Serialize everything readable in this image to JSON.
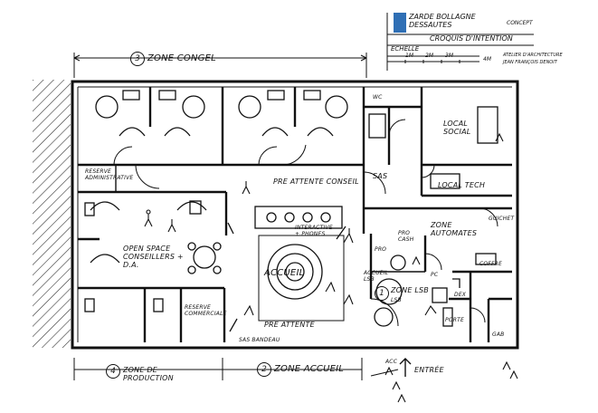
{
  "title_block": {
    "line1": "ZARDE BOLLAGNE",
    "line2": "DESSAUTES",
    "line3": "CONCEPT",
    "line4": "CROQUIS D'INTENTION",
    "scale_label": "ECHELLE",
    "scale_values": [
      "1M",
      "2M",
      "3M",
      "4M"
    ],
    "note1": "ATELIER D'ARCHITECTURE",
    "note2": "JEAN FRANÇOIS DENOIT",
    "brand_color": "#2f6fb5"
  },
  "zones": {
    "zone3_number": "3",
    "zone3_label": "ZONE CONGEL",
    "zone4_number": "4",
    "zone4_label": "ZONE DE PRODUCTION",
    "zone2_number": "2",
    "zone2_label": "ZONE ACCUEIL",
    "zone1_number": "1",
    "zone1_label": "ZONE LSB"
  },
  "rooms": {
    "reserve": "RESERVE ADMINISTRATIVE",
    "open_space": "OPEN SPACE CONSEILLERS + D.A.",
    "reserve_commerciale": "RESERVE COMMERCIALE",
    "attente_conseil": "PRE ATTENTE CONSEIL",
    "interactive": "INTERACTIVE + PHONES",
    "accueil": "ACCUEIL",
    "pre_attente": "PRE ATTENTE",
    "wc": "WC",
    "local_social": "LOCAL SOCIAL",
    "local_tech": "LOCAL TECH",
    "sas": "SAS",
    "zone_automates": "ZONE AUTOMATES",
    "pro_cash": "PRO CASH",
    "lsb": "LSB",
    "guichet": "GUICHET",
    "entree": "ENTRÉE",
    "sas_bandeau": "SAS BANDEAU",
    "gab": "GAB",
    "coffre": "COFFRE",
    "accueil_lsb": "ACCUEIL LSB",
    "acc": "ACC",
    "pc": "PC",
    "pro": "PRO",
    "dex": "DEX",
    "porte": "PORTE"
  },
  "colors": {
    "ink": "#1a1a1a",
    "paper": "#ffffff",
    "hatch": "#333333"
  }
}
